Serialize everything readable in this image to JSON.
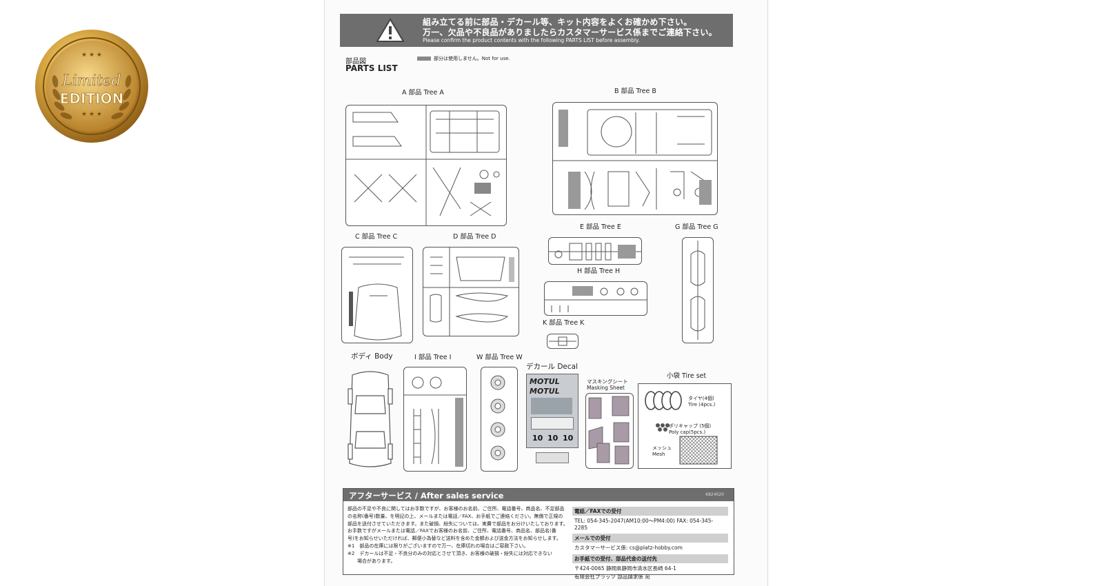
{
  "badge": {
    "line1": "Limited",
    "line2": "EDITION",
    "stars_top": "★ ★ ★",
    "stars_bottom": "★ ★ ★"
  },
  "warning": {
    "jp_line1": "組み立てる前に部品・デカール等、キット内容をよくお確かめ下さい。",
    "jp_line2": "万一、欠品や不良品がありましたらカスタマーサービス係までご連絡下さい。",
    "en": "Please confirm the product contents with the following PARTS LIST before assembly."
  },
  "header": {
    "jp": "部品図",
    "en": "PARTS LIST",
    "legend": "部分は使用しません。Not for use."
  },
  "trees": {
    "a": "A 部品 Tree A",
    "b": "B 部品 Tree B",
    "c": "C 部品 Tree C",
    "d": "D 部品 Tree D",
    "e": "E 部品 Tree E",
    "g": "G 部品 Tree G",
    "h": "H 部品 Tree H",
    "k": "K 部品 Tree K",
    "body": "ボディ  Body",
    "i": "I 部品 Tree I",
    "w": "W 部品 Tree W",
    "decal": "デカール Decal",
    "mask_jp": "マスキングシート",
    "mask_en": "Masking Sheet",
    "tire": "小袋 Tire set"
  },
  "tire_set": {
    "tire_jp": "タイヤ(4個)",
    "tire_en": "Tire (4pcs.)",
    "cap_jp": "ポリキャップ (5個)",
    "cap_en": "Poly cap(5pcs.)",
    "mesh_jp": "メッシュ",
    "mesh_en": "Mesh"
  },
  "decal_text": {
    "brand": "MOTUL",
    "number": "10"
  },
  "after": {
    "title": "アフターサービス / After sales service",
    "code": "6824020",
    "body": [
      "部品の不足や不良に関してはお手数ですが、お客様のお名前、ご住所、電話番号、商品名、不足部品",
      "の名称(番号)数量、を明記の上、メールまたは電話／FAX、お手紙でご連絡ください。無償で正規の",
      "部品を送付させていただきます。また破損、紛失については、実費で部品をお分けいたしております。",
      "お手数ですがメールまたは電話／FAXでお客様のお名前、ご住所、電話番号、商品名、部品名(番",
      "号)をお知らせいただければ、郵便小為替など送料を含めた金額および送金方法をお知らせします。"
    ],
    "note1": "※1　部品の在庫には限りがございますので万一、在庫切れの場合はご容赦下さい。",
    "note2a": "※2　デカールは不足・不良分のみの対応とさせて頂き、お客様の破損・紛失には対応できない",
    "note2b": "場合があります。",
    "tel_head": "電話／FAXでの受付",
    "tel": "TEL: 054-345-2047(AM10:00〜PM4:00)  FAX: 054-345-2285",
    "mail_head": "メールでの受付",
    "mail": "カスタマーサービス係: cs@platz-hobby.com",
    "post_head": "お手紙での受付、部品代金の送付先",
    "post1": "〒424-0065  静岡県静岡市清水区長崎 64-1",
    "post2": "有限会社プラッツ  部品請求係 宛"
  }
}
